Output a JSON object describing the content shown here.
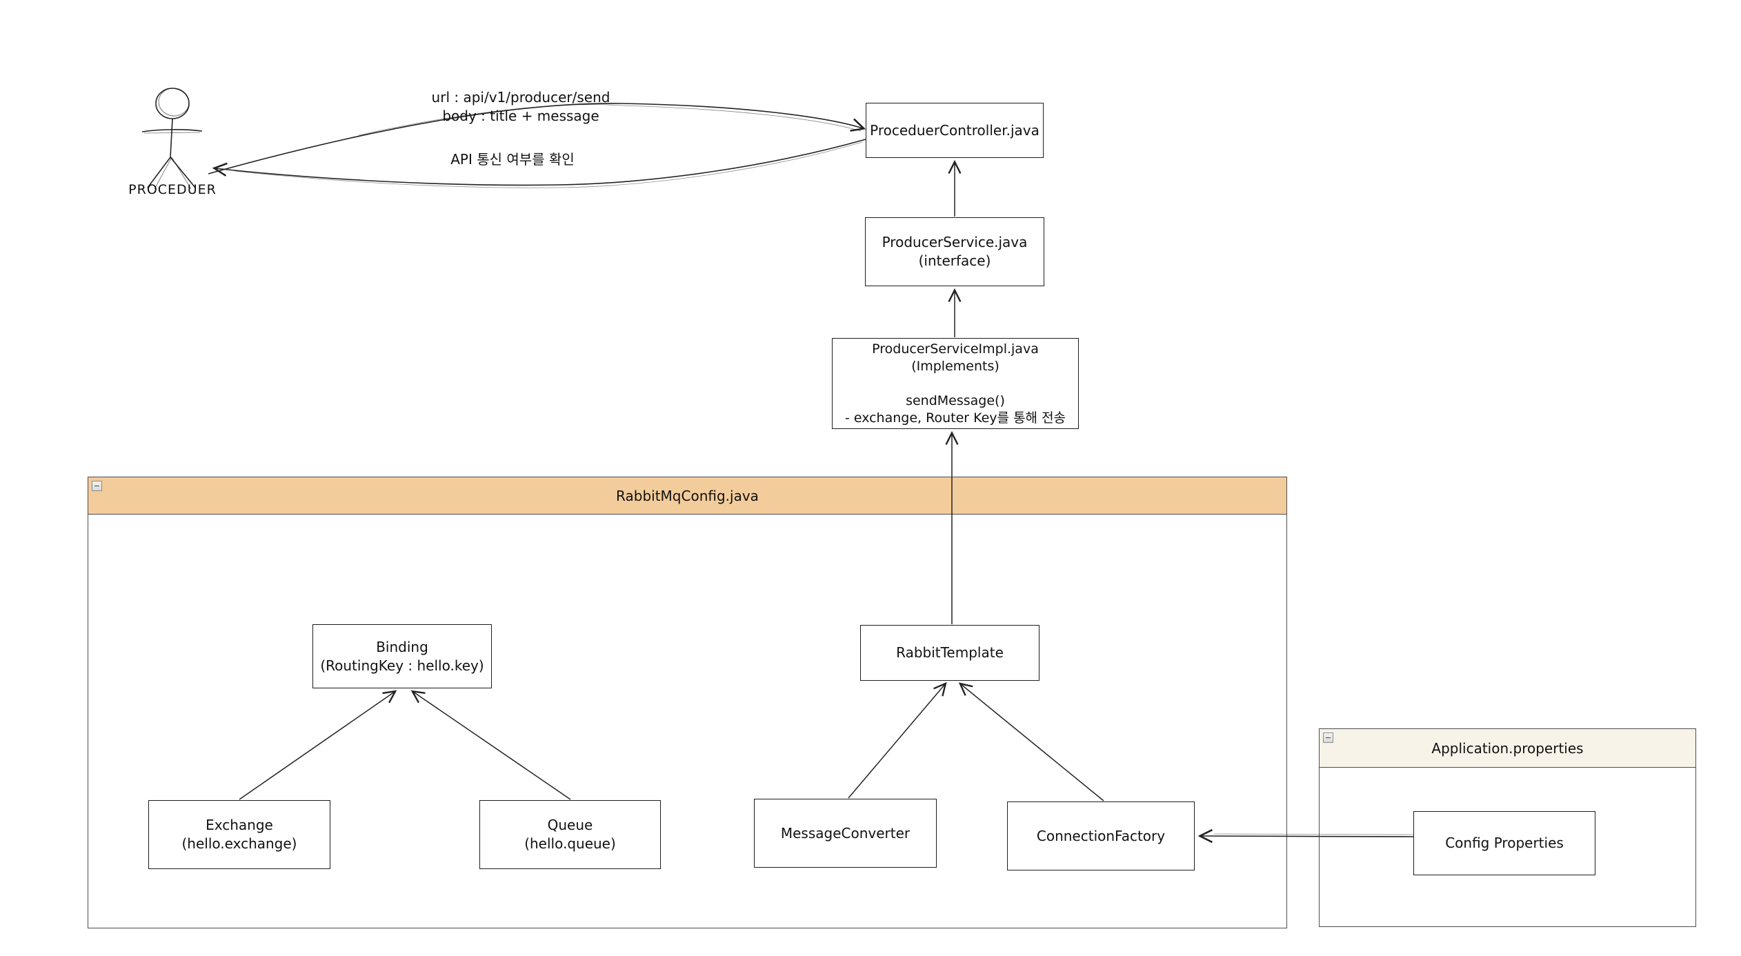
{
  "actor": {
    "label": "PROCEDUER"
  },
  "edges": {
    "request_line1": "url : api/v1/producer/send",
    "request_line2": "body : title + message",
    "response_label": "API 통신 여부를 확인"
  },
  "nodes": {
    "controller": {
      "label": "ProceduerController.java"
    },
    "service": {
      "label": "ProducerService.java\n(interface)"
    },
    "service_impl": {
      "label": "ProducerServiceImpl.java\n(Implements)\n\nsendMessage()\n- exchange, Router Key를 통해 전송"
    },
    "binding": {
      "label": "Binding\n(RoutingKey : hello.key)"
    },
    "rabbit_template": {
      "label": "RabbitTemplate"
    },
    "exchange": {
      "label": "Exchange\n(hello.exchange)"
    },
    "queue": {
      "label": "Queue\n(hello.queue)"
    },
    "message_converter": {
      "label": "MessageConverter"
    },
    "connection_factory": {
      "label": "ConnectionFactory"
    },
    "config_properties": {
      "label": "Config Properties"
    }
  },
  "containers": {
    "rabbitmq_config": {
      "title": "RabbitMqConfig.java",
      "collapse_glyph": "−"
    },
    "application_properties": {
      "title": "Application.properties",
      "collapse_glyph": "−"
    }
  },
  "colors": {
    "rabbit_header": "#f3cc9b",
    "app_header": "#f7f3e8",
    "stroke": "#222222",
    "container_border": "#4d4d4d"
  }
}
